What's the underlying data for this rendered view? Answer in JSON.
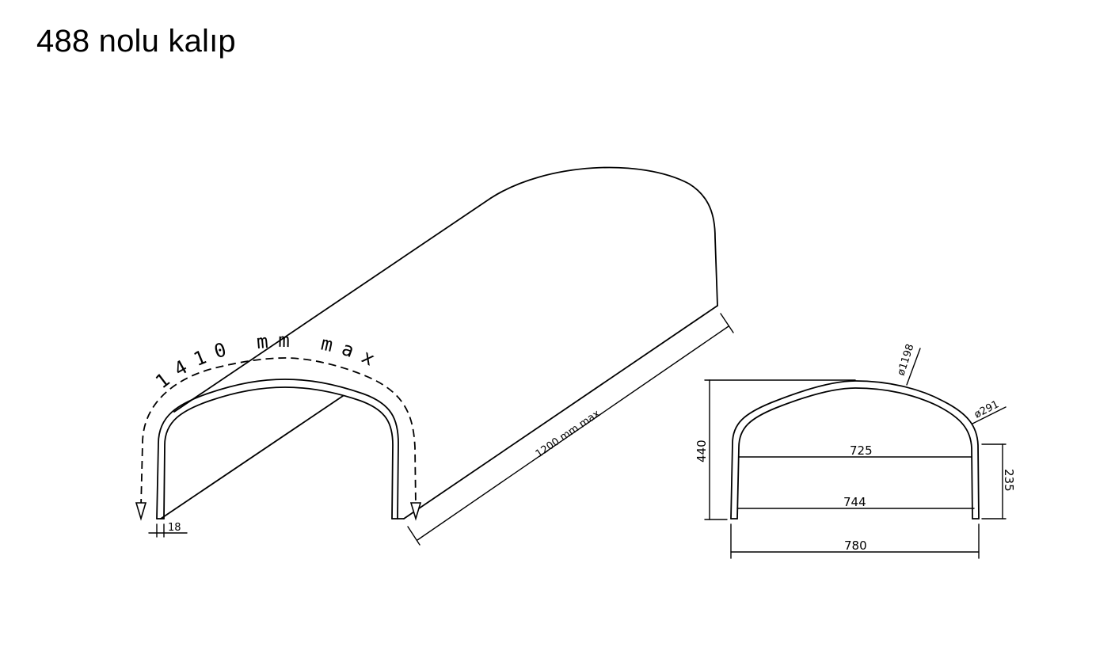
{
  "title": "488 nolu kalıp",
  "perspective_view": {
    "arc_length_label": "1410 mm max",
    "length_label": "1200 mm max",
    "thickness_label": "18"
  },
  "front_view": {
    "top_diameter_label": "ø1198",
    "corner_diameter_label": "ø291",
    "height_label": "440",
    "inner_width_label": "725",
    "mid_width_label": "744",
    "outer_width_label": "780",
    "side_height_label": "235"
  }
}
